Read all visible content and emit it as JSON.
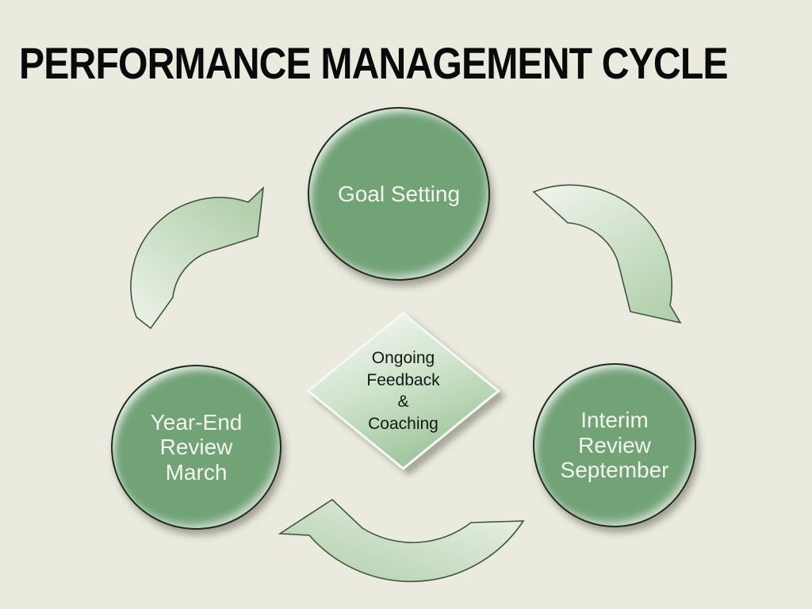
{
  "slide": {
    "title": "PERFORMANCE MANAGEMENT CYCLE"
  },
  "nodes": {
    "top": {
      "id": "goal-setting",
      "lines": [
        "Goal Setting"
      ]
    },
    "right": {
      "id": "interim-review",
      "lines": [
        "Interim",
        "Review",
        "September"
      ]
    },
    "left": {
      "id": "year-end-review",
      "lines": [
        "Year-End",
        "Review",
        "March"
      ]
    },
    "center": {
      "id": "ongoing-feedback-coaching",
      "lines": [
        "Ongoing",
        "Feedback",
        "&",
        "Coaching"
      ]
    }
  },
  "arrows": [
    {
      "name": "curved-arrow-year-end-to-goal",
      "from": "Year-End Review March",
      "to": "Goal Setting"
    },
    {
      "name": "curved-arrow-goal-to-interim",
      "from": "Goal Setting",
      "to": "Interim Review September"
    },
    {
      "name": "curved-arrow-interim-to-year-end",
      "from": "Interim Review September",
      "to": "Year-End Review March"
    }
  ],
  "colors": {
    "background": "#eaeadf",
    "title_text": "#0a0a0a",
    "node_fill": "#72a377",
    "node_border": "#222c22",
    "node_text": "#f3f5ed",
    "diamond_bevel": "#f4f8f2",
    "diamond_gradient_light": "#f2f7f0",
    "diamond_gradient_dark": "#9ac398",
    "diamond_text": "#161616",
    "arrow_fill_light": "#eef3ea",
    "arrow_fill_green": "#b2d0ac",
    "arrow_outline": "#42543f"
  }
}
